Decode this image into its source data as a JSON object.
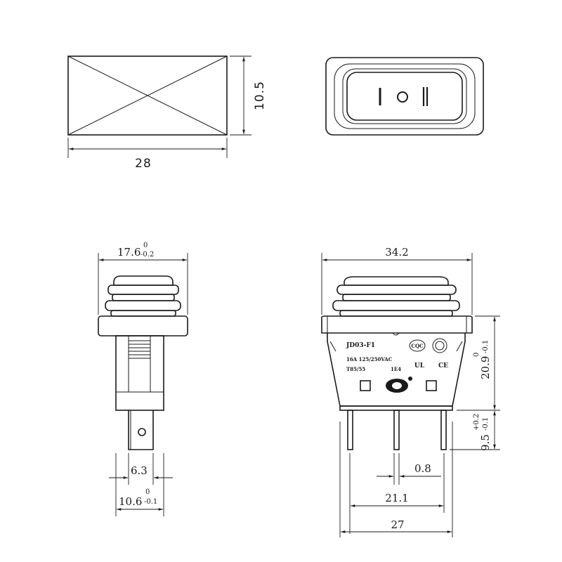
{
  "panel_cutout": {
    "width_label": "28",
    "height_label": "10.5"
  },
  "front_view": {
    "marks": [
      "I",
      "O",
      "II"
    ]
  },
  "side_view": {
    "top_width": {
      "value": "17.6",
      "tol_upper": "0",
      "tol_lower": "-0.2"
    },
    "terminal_width": "6.3",
    "base_width": {
      "value": "10.6",
      "tol_upper": "0",
      "tol_lower": "-0.1"
    }
  },
  "main_view": {
    "top_width": "34.2",
    "body_height": {
      "value": "20.9",
      "tol_upper": "0",
      "tol_lower": "-0.1"
    },
    "pin_length": {
      "value": "9.5",
      "tol_upper": "+0.2",
      "tol_lower": "-0.1"
    },
    "pin_thickness": "0.8",
    "pin_pitch": "21.1",
    "overall_width": "27",
    "body_text": {
      "model": "JD03-F1",
      "rating": "16A 125/250VAC",
      "temp": "T85/55",
      "code": "1E4"
    },
    "cert_marks": [
      "CQC",
      "CE",
      "UL"
    ]
  }
}
